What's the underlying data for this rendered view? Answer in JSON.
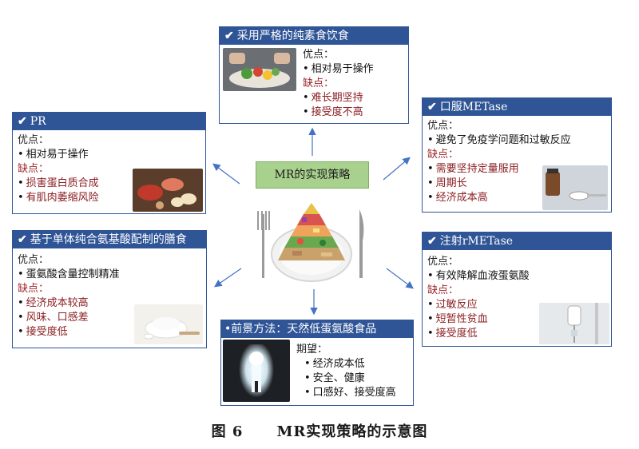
{
  "center": {
    "title": "MR的实现策略"
  },
  "check_symbol": "✔",
  "cards": {
    "vegan": {
      "title": "采用严格的纯素食饮食",
      "pros_label": "优点：",
      "pros": [
        "相对易于操作"
      ],
      "cons_label": "缺点：",
      "cons": [
        "难长期坚持",
        "接受度不高"
      ]
    },
    "pr": {
      "title": "PR",
      "pros_label": "优点：",
      "pros": [
        "相对易于操作"
      ],
      "cons_label": "缺点：",
      "cons": [
        "损害蛋白质合成",
        "有肌肉萎缩风险"
      ]
    },
    "oral": {
      "title": "口服METase",
      "pros_label": "优点：",
      "pros": [
        "避免了免疫学问题和过敏反应"
      ],
      "cons_label": "缺点：",
      "cons": [
        "需要坚持定量服用",
        "周期长",
        "经济成本高"
      ]
    },
    "aa": {
      "title": "基于单体纯合氨基酸配制的膳食",
      "pros_label": "优点：",
      "pros": [
        "蛋氨酸含量控制精准"
      ],
      "cons_label": "缺点：",
      "cons": [
        "经济成本较高",
        "风味、口感差",
        "接受度低"
      ]
    },
    "inject": {
      "title": "注射rMETase",
      "pros_label": "优点：",
      "pros": [
        "有效降解血液蛋氨酸"
      ],
      "cons_label": "缺点：",
      "cons": [
        "过敏反应",
        "短暂性贫血",
        "接受度低"
      ]
    },
    "future": {
      "title": "前景方法：天然低蛋氨酸食品",
      "expect_label": "期望：",
      "expects": [
        "经济成本低",
        "安全、健康",
        "口感好、接受度高"
      ]
    }
  },
  "caption": {
    "figure_no": "图 6",
    "title": "MR实现策略的示意图"
  },
  "colors": {
    "header_blue": "#2f5597",
    "center_green": "#a9d18e",
    "con_red": "#8b1e22",
    "arrow_blue": "#4472c4"
  },
  "icons": {
    "check": "check-icon",
    "vegan_photo": "vegan-salad-photo-icon",
    "pr_photo": "meat-and-eggs-photo-icon",
    "oral_photo": "oral-medicine-spoon-photo-icon",
    "aa_photo": "powder-bowl-photo-icon",
    "inject_photo": "iv-drip-photo-icon",
    "future_photo": "light-doorway-photo-icon",
    "plate_illustration": "food-pyramid-plate-icon"
  }
}
